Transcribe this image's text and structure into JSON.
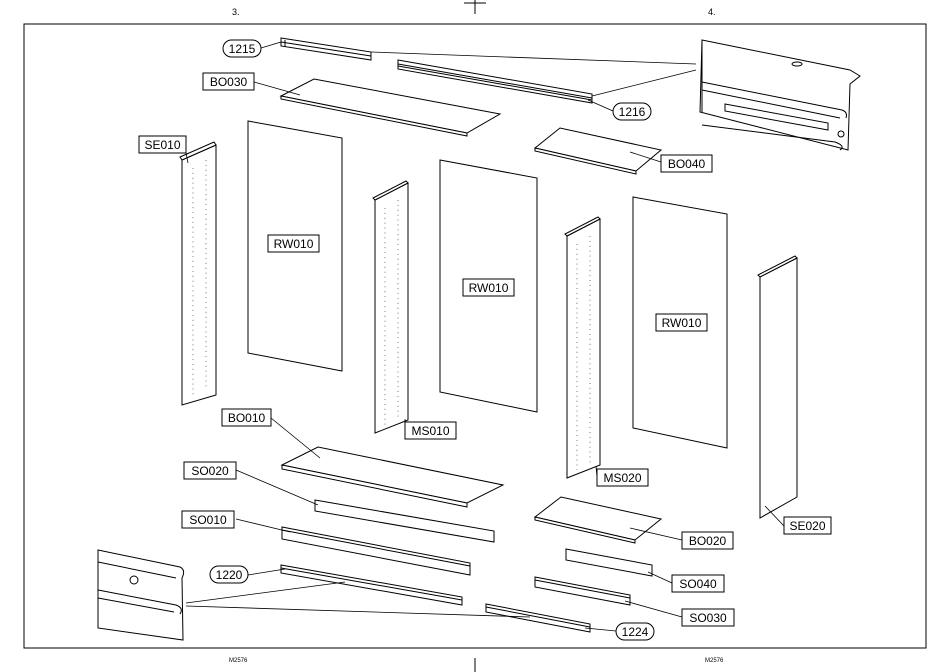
{
  "page_numbers": {
    "left": "3.",
    "right": "4."
  },
  "footer_codes": {
    "left": "M2576",
    "right": "M2576"
  },
  "labels": {
    "p1215": "1215",
    "bo030": "BO030",
    "p1216": "1216",
    "bo040": "BO040",
    "se010": "SE010",
    "rw010_a": "RW010",
    "rw010_b": "RW010",
    "rw010_c": "RW010",
    "ms010": "MS010",
    "ms020": "MS020",
    "bo010": "BO010",
    "so020": "SO020",
    "so010": "SO010",
    "p1220": "1220",
    "bo020": "BO020",
    "se020": "SE020",
    "so040": "SO040",
    "so030": "SO030",
    "p1224": "1224"
  }
}
